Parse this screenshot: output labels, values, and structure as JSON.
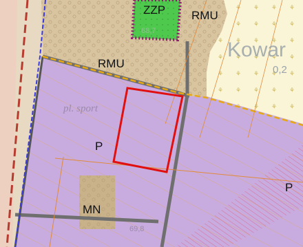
{
  "map": {
    "zones": [
      {
        "code": "ZZP",
        "fill": "#4ec94e"
      },
      {
        "code": "RMU",
        "fill": "#d9c4a0"
      },
      {
        "code": "RMU",
        "fill": "#d9c4a0"
      },
      {
        "code": "P",
        "fill": "#c8ace0"
      },
      {
        "code": "P",
        "fill": "#c8ace0"
      },
      {
        "code": "MN",
        "fill": "#c9b28a"
      }
    ],
    "place_text": "Kowar",
    "sport_text": "pl. sport",
    "elevations": [
      "68,7",
      "69,8",
      "0,2"
    ],
    "highlight": {
      "color": "#e01010"
    },
    "colors": {
      "industrial": "#c8ace0",
      "rural": "#d9c4a0",
      "green": "#4ec94e",
      "cream": "#fbf5d8",
      "road": "#6f6f6f",
      "boundary_dash": "#e6a817",
      "hatch_red": "#e05a7a",
      "border_blue": "#3a3ae0"
    }
  }
}
